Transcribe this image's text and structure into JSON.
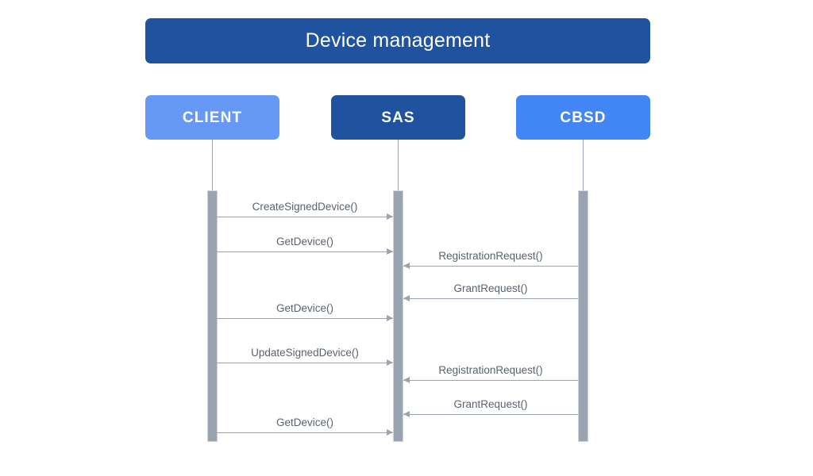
{
  "diagram": {
    "title": "Device management",
    "type": "sequence-diagram",
    "colors": {
      "title_bar": "#20539f",
      "client_box": "#6699f5",
      "sas_box": "#20539f",
      "cbsd_box": "#4285f4",
      "activation_bar": "#9aa3b0",
      "message_line": "#9aa3b0",
      "message_text": "#5a6270",
      "background": "#ffffff"
    },
    "participants": [
      {
        "id": "client",
        "label": "CLIENT"
      },
      {
        "id": "sas",
        "label": "SAS"
      },
      {
        "id": "cbsd",
        "label": "CBSD"
      }
    ],
    "messages": [
      {
        "label": "CreateSignedDevice()",
        "from": "client",
        "to": "sas",
        "direction": "right"
      },
      {
        "label": "GetDevice()",
        "from": "client",
        "to": "sas",
        "direction": "right"
      },
      {
        "label": "RegistrationRequest()",
        "from": "cbsd",
        "to": "sas",
        "direction": "left"
      },
      {
        "label": "GrantRequest()",
        "from": "cbsd",
        "to": "sas",
        "direction": "left"
      },
      {
        "label": "GetDevice()",
        "from": "client",
        "to": "sas",
        "direction": "right"
      },
      {
        "label": "UpdateSignedDevice()",
        "from": "client",
        "to": "sas",
        "direction": "right"
      },
      {
        "label": "RegistrationRequest()",
        "from": "cbsd",
        "to": "sas",
        "direction": "left"
      },
      {
        "label": "GrantRequest()",
        "from": "cbsd",
        "to": "sas",
        "direction": "left"
      },
      {
        "label": "GetDevice()",
        "from": "client",
        "to": "sas",
        "direction": "right"
      }
    ]
  }
}
